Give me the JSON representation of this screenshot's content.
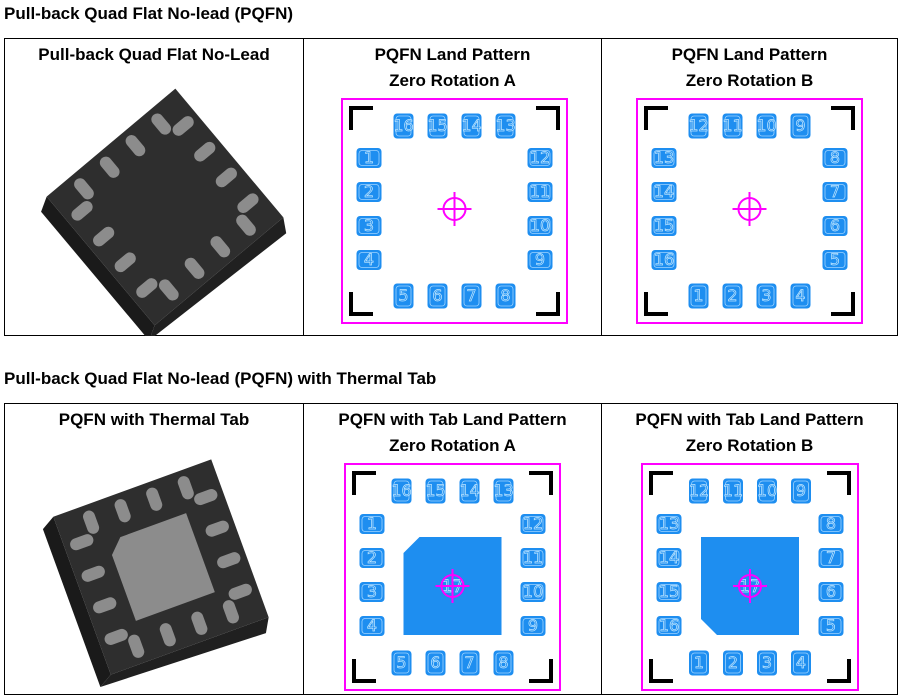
{
  "section1": {
    "title": "Pull-back Quad Flat No-lead (PQFN)",
    "cells": [
      {
        "title_lines": [
          "Pull-back Quad Flat No-Lead"
        ]
      },
      {
        "title_lines": [
          "PQFN Land Pattern",
          "Zero Rotation A"
        ]
      },
      {
        "title_lines": [
          "PQFN Land Pattern",
          "Zero Rotation B"
        ]
      }
    ]
  },
  "section2": {
    "title": "Pull-back Quad Flat No-lead (PQFN) with Thermal Tab",
    "cells": [
      {
        "title_lines": [
          "PQFN with Thermal Tab"
        ]
      },
      {
        "title_lines": [
          "PQFN with Tab Land Pattern",
          "Zero Rotation A"
        ]
      },
      {
        "title_lines": [
          "PQFN with Tab Land Pattern",
          "Zero Rotation B"
        ]
      }
    ]
  },
  "land_patterns": {
    "rotation_a": {
      "top": [
        "16",
        "15",
        "14",
        "13"
      ],
      "left": [
        "1",
        "2",
        "3",
        "4"
      ],
      "right": [
        "12",
        "11",
        "10",
        "9"
      ],
      "bottom": [
        "5",
        "6",
        "7",
        "8"
      ]
    },
    "rotation_b": {
      "top": [
        "12",
        "11",
        "10",
        "9"
      ],
      "left": [
        "13",
        "14",
        "15",
        "16"
      ],
      "right": [
        "8",
        "7",
        "6",
        "5"
      ],
      "bottom": [
        "1",
        "2",
        "3",
        "4"
      ]
    },
    "thermal_pad_label": "17"
  },
  "colors": {
    "pad": "#1e8ef0",
    "pad_label": "#0a8fe0",
    "outline": "#ff00ff",
    "silk": "#000000",
    "package_dark": "#2e2e2e",
    "package_side": "#1a1a1a",
    "package_pad": "#8c8c8c"
  }
}
